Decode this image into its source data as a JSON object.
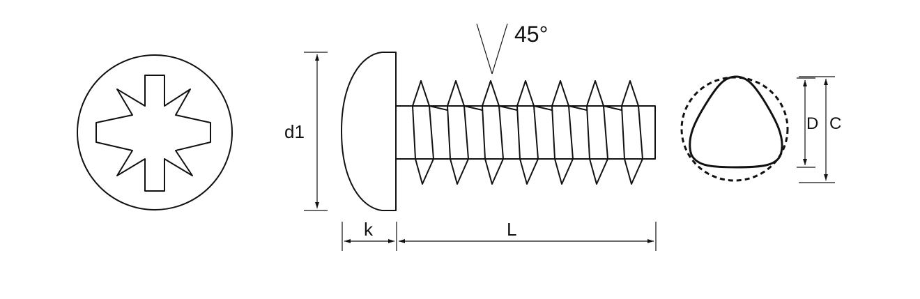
{
  "labels": {
    "angle": "45°",
    "head_diameter": "d1",
    "head_height": "k",
    "length": "L",
    "inner_diameter": "D",
    "outer_diameter": "C"
  },
  "colors": {
    "line": "#111111",
    "background": "#ffffff"
  },
  "icons": {
    "drive": "pozidriv-cross-recess-icon",
    "section": "trilobular-section-icon"
  }
}
